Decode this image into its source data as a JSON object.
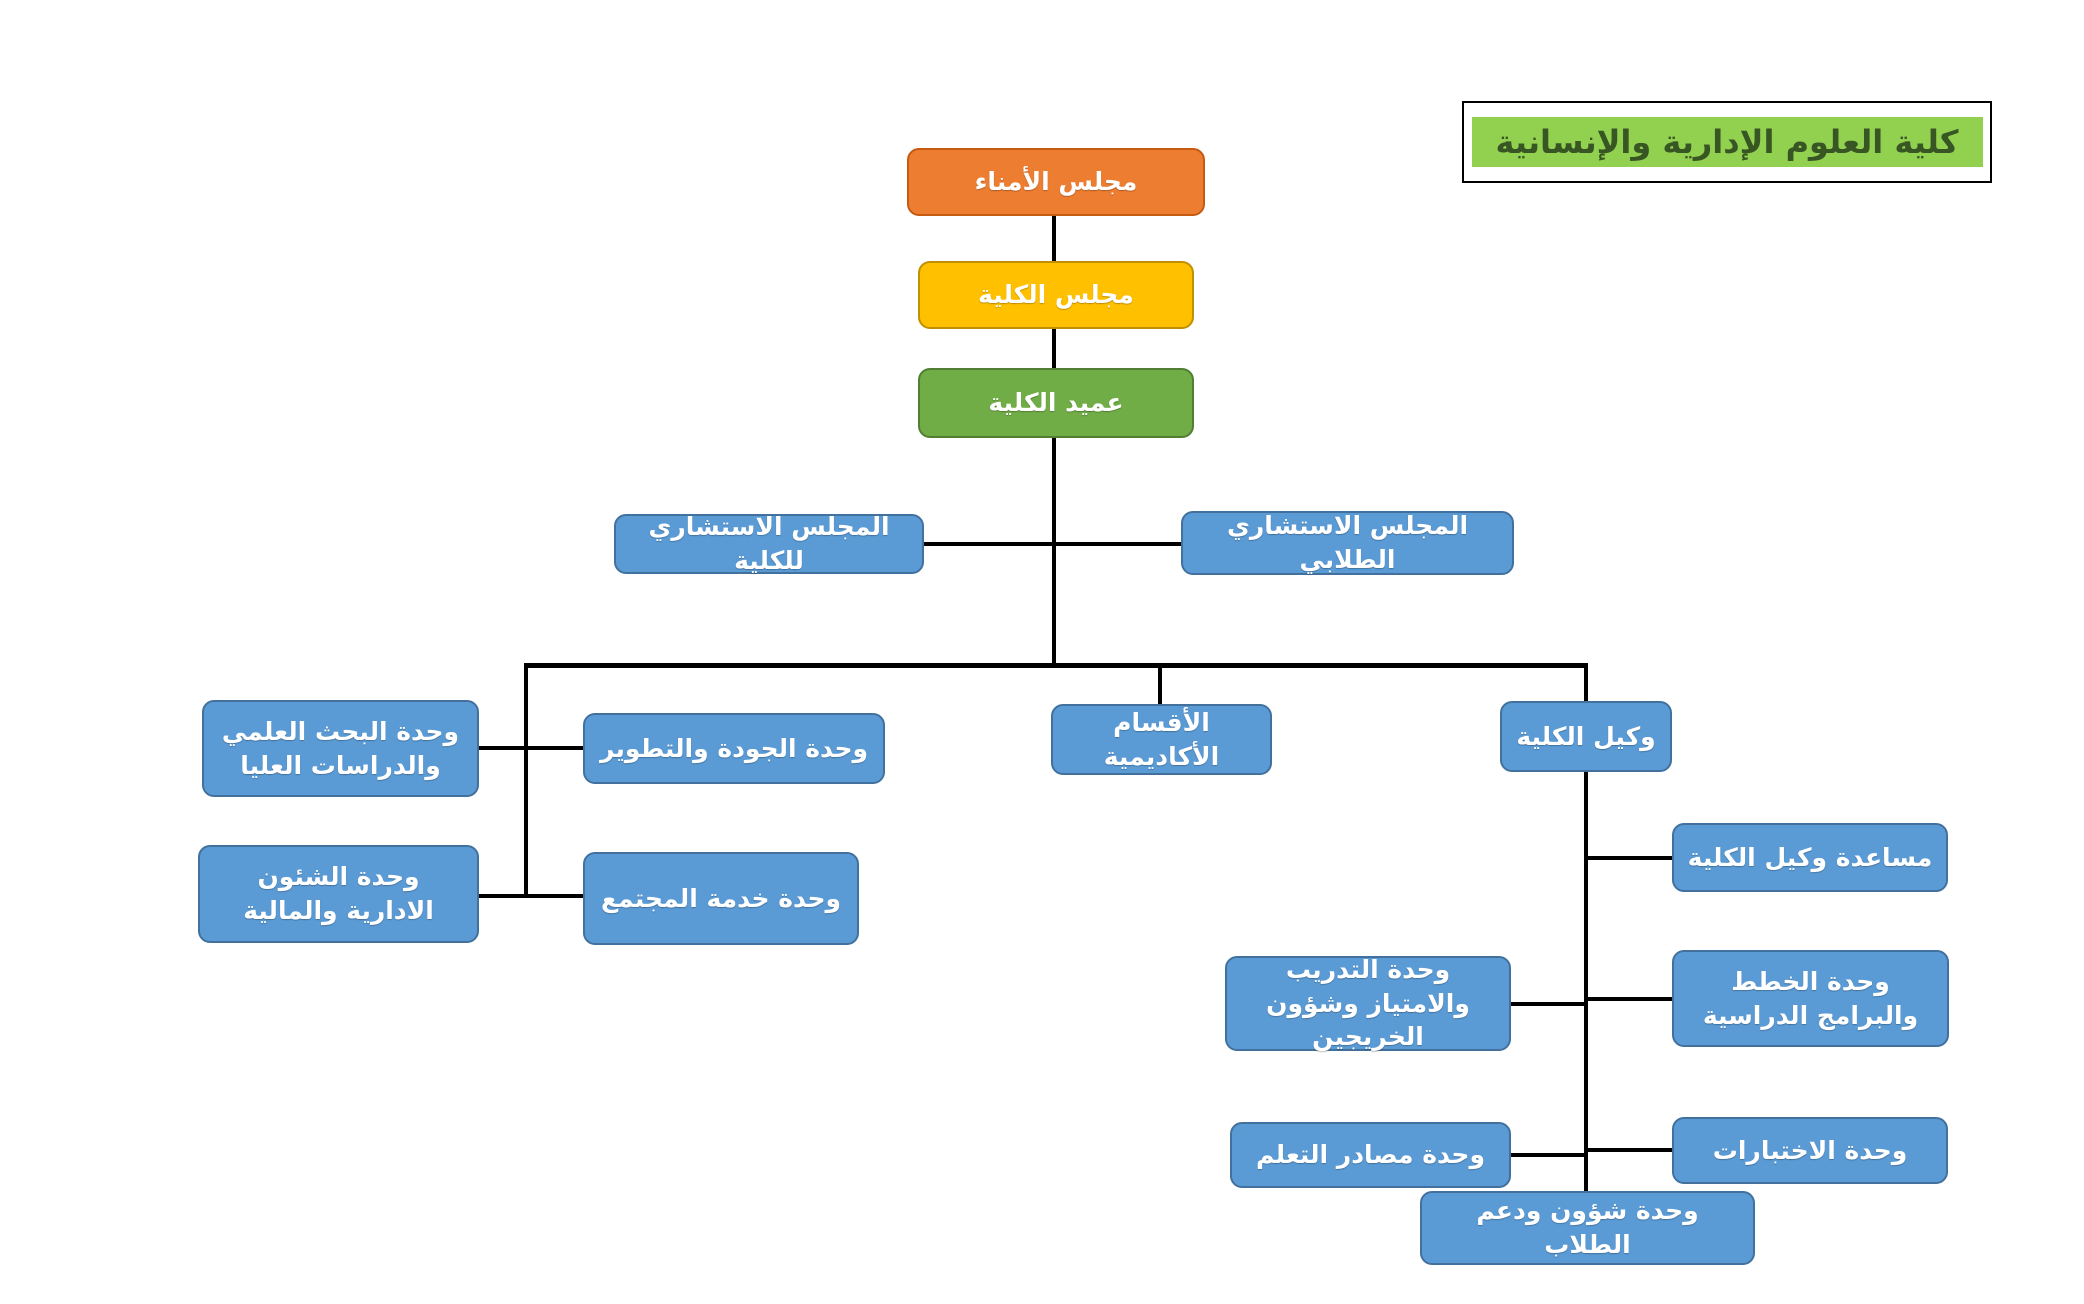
{
  "title": {
    "text": "كلية العلوم الإدارية والإنسانية"
  },
  "colors": {
    "orange": "#ED7D31",
    "yellow": "#FFC000",
    "green": "#70AD47",
    "blue": "#5B9BD5",
    "blue_border": "#41719C",
    "title_bg": "#92D050",
    "line": "#000000"
  },
  "nodes": {
    "board_of_trustees": "مجلس الأمناء",
    "college_council": "مجلس الكلية",
    "college_dean": "عميد الكلية",
    "college_advisory_council": "المجلس الاستشاري للكلية",
    "student_advisory_council": "المجلس الاستشاري الطلابي",
    "quality_development_unit": "وحدة الجودة والتطوير",
    "community_service_unit": "وحدة خدمة المجتمع",
    "scientific_research_unit": "وحدة البحث العلمي والدراسات العليا",
    "admin_financial_unit": "وحدة الشئون الادارية والمالية",
    "academic_departments": "الأقسام الأكاديمية",
    "vice_dean": "وكيل الكلية",
    "vice_dean_assistant": "مساعدة وكيل الكلية",
    "plans_programs_unit": "وحدة الخطط والبرامج الدراسية",
    "training_excellence_unit": "وحدة التدريب والامتياز وشؤون الخريجين",
    "exams_unit": "وحدة الاختبارات",
    "learning_resources_unit": "وحدة مصادر التعلم",
    "student_affairs_unit": "وحدة شؤون ودعم الطلاب"
  }
}
